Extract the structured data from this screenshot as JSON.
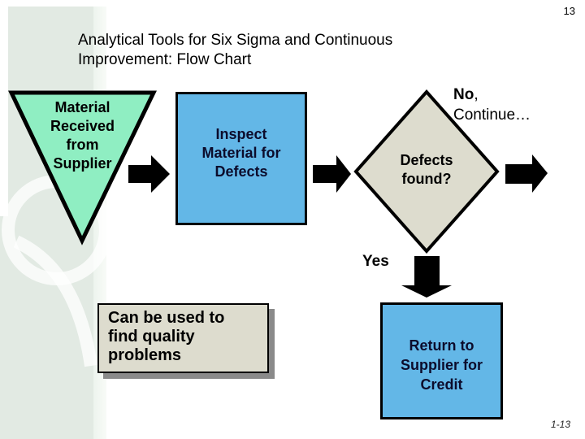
{
  "page": {
    "number": "13",
    "footer": "1-13"
  },
  "title_lines": [
    "Analytical Tools for Six Sigma and Continuous",
    "Improvement: Flow Chart"
  ],
  "flow": {
    "triangle_lines": [
      "Material",
      "Received",
      "from",
      "Supplier"
    ],
    "inspect_lines": [
      "Inspect",
      "Material for",
      "Defects"
    ],
    "decision_lines": [
      "Defects",
      "found?"
    ],
    "no_line1_bold": "No",
    "no_line1_rest": ",",
    "no_line2": "Continue…",
    "yes_label": "Yes",
    "return_lines": [
      "Return to",
      "Supplier for",
      "Credit"
    ],
    "note_lines": [
      "Can be used to",
      "find quality",
      "problems"
    ]
  },
  "colors": {
    "triangle_fill": "#8feec2",
    "process_fill": "#63b7e7",
    "decision_fill": "#dddcce",
    "note_fill": "#dddcce",
    "band": "#e2eae3",
    "shadow": "#8a8a8a",
    "arrow": "#000000",
    "dark_text": "#0c0c2c"
  }
}
